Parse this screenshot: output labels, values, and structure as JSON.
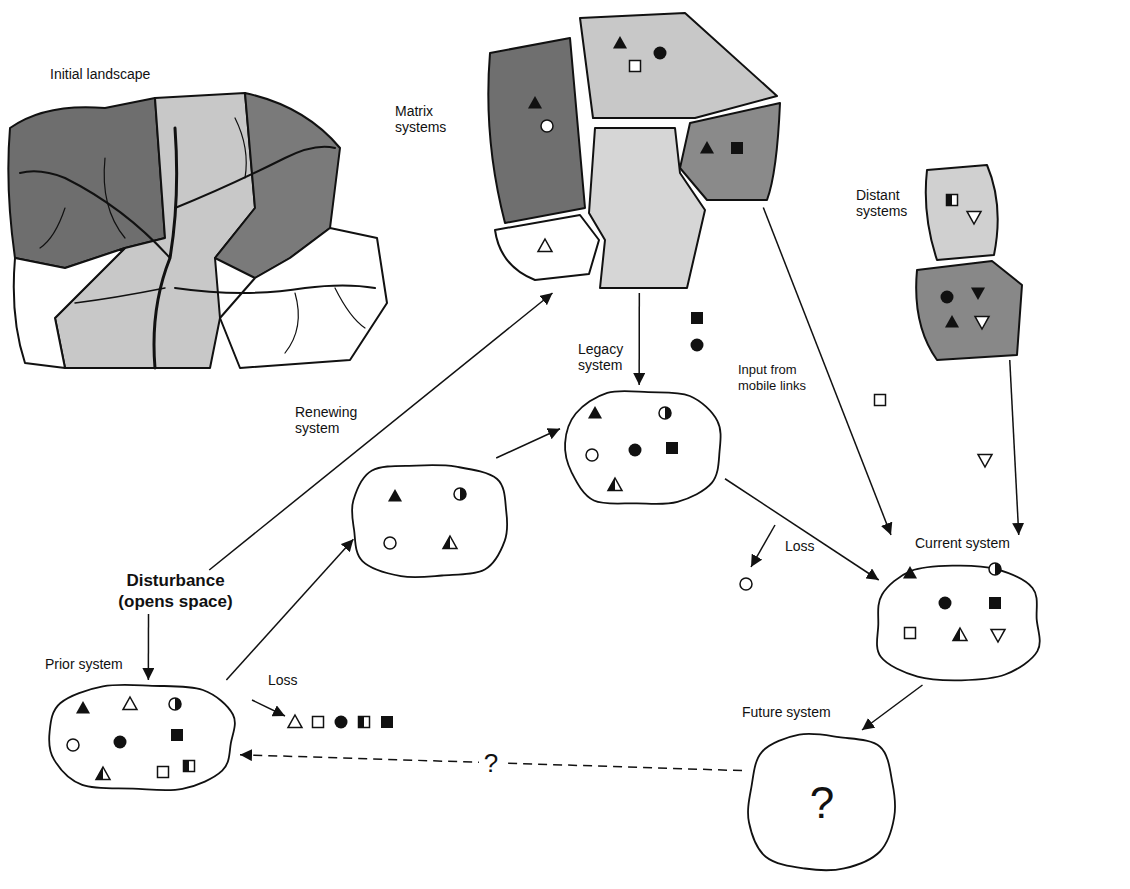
{
  "diagram": {
    "nodes": [
      {
        "text": [
          "Initial landscape"
        ]
      },
      {
        "text": [
          "Matrix systems"
        ]
      },
      {
        "text": [
          "Distant systems"
        ]
      },
      {
        "text": [
          "Legacy system"
        ]
      },
      {
        "text": [
          "Renewing system"
        ]
      },
      {
        "text": [
          "Disturbance (opens space)"
        ]
      },
      {
        "text": [
          "Prior system"
        ]
      },
      {
        "text": [
          "Current system"
        ]
      },
      {
        "text": [
          "Future system",
          "?"
        ]
      }
    ],
    "edges": [
      {
        "from": 5,
        "to": 6,
        "arrow": "to"
      },
      {
        "from": 5,
        "to": 1,
        "arrow": "to"
      },
      {
        "from": 6,
        "to": 4,
        "arrow": "to"
      },
      {
        "from": 4,
        "to": 3,
        "arrow": "to"
      },
      {
        "from": 1,
        "to": 3,
        "arrow": "to"
      },
      {
        "from": 3,
        "to": 7,
        "arrow": "to"
      },
      {
        "from": 1,
        "to": 7,
        "arrow": "to"
      },
      {
        "from": 2,
        "to": 7,
        "arrow": "to"
      },
      {
        "from": 7,
        "to": 8,
        "arrow": "to"
      },
      {
        "from": 8,
        "to": 6,
        "label": "?",
        "arrow": "to"
      }
    ],
    "labels": [
      "Input from mobile links",
      "Loss",
      "Loss"
    ]
  }
}
